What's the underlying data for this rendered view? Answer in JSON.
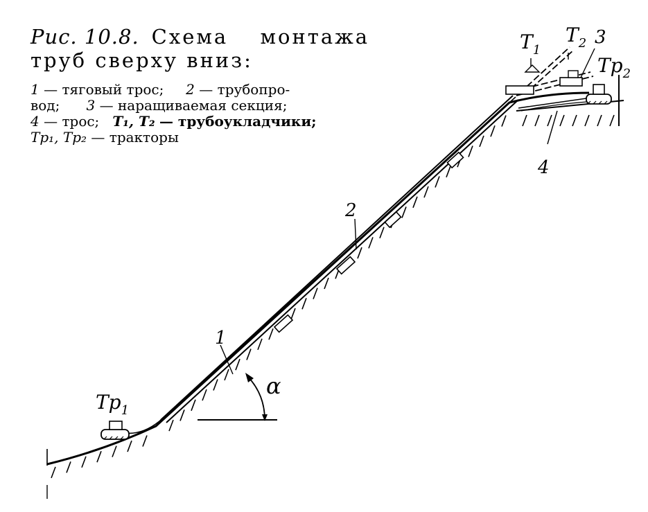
{
  "caption": {
    "figure_number": "Рис. 10.8.",
    "title_line1": "Схема монтажа",
    "title_line2": "труб сверху вниз:"
  },
  "legend": [
    {
      "num": "1",
      "text": "— тяговый трос;"
    },
    {
      "num": "2",
      "text": "— трубопро-"
    },
    {
      "num": "",
      "text": "вод;"
    },
    {
      "num": "3",
      "text": "— наращиваемая секция;"
    },
    {
      "num": "4",
      "text": "— трос;"
    },
    {
      "num": "T₁, T₂",
      "text": "— трубоукладчики;"
    },
    {
      "num": "Tp₁, Tp₂",
      "text": "— тракторы"
    }
  ],
  "labels": {
    "l1": "1",
    "l2": "2",
    "l3": "3",
    "l4": "4",
    "t1": "T",
    "t1_sub": "1",
    "t2": "T",
    "t2_sub": "2",
    "tp1": "Tp",
    "tp1_sub": "1",
    "tp2": "Tp",
    "tp2_sub": "2",
    "alpha": "α"
  }
}
